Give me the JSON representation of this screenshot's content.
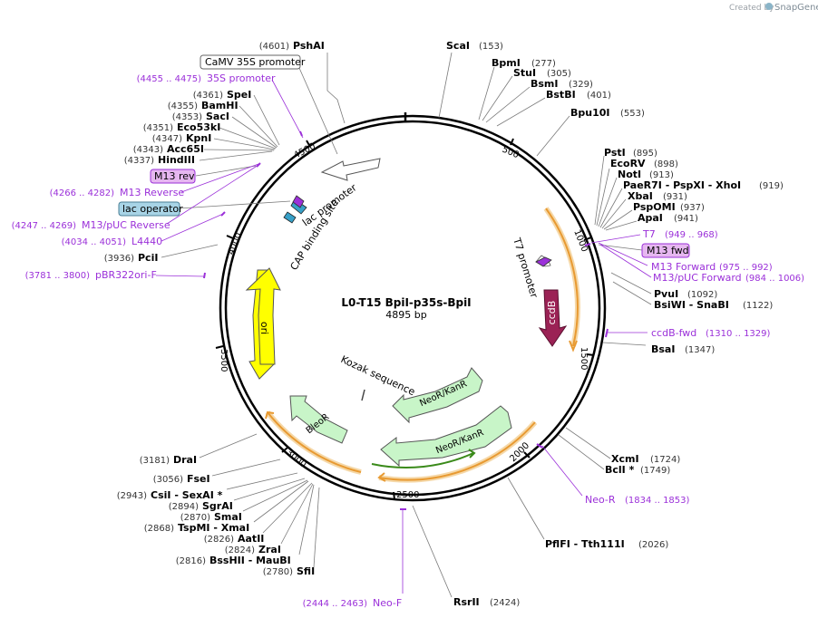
{
  "credit": {
    "prefix": "Created by",
    "brand": "SnapGene"
  },
  "plasmid": {
    "name": "L0-T15 BpiI-p35s-BpiI",
    "size": "4895 bp"
  },
  "ticks": [
    "500",
    "1000",
    "1500",
    "2000",
    "2500",
    "3000",
    "3500",
    "4000",
    "4500"
  ],
  "sites": [
    {
      "name": "PshAI",
      "pos": "(4601)"
    },
    {
      "name": "ScaI",
      "pos": "(153)"
    },
    {
      "name": "BpmI",
      "pos": "(277)"
    },
    {
      "name": "StuI",
      "pos": "(305)"
    },
    {
      "name": "BsmI",
      "pos": "(329)"
    },
    {
      "name": "BstBI",
      "pos": "(401)"
    },
    {
      "name": "Bpu10I",
      "pos": "(553)"
    },
    {
      "name": "PstI",
      "pos": "(895)"
    },
    {
      "name": "EcoRV",
      "pos": "(898)"
    },
    {
      "name": "NotI",
      "pos": "(913)"
    },
    {
      "name": "PaeR7I  - PspXI  - XhoI",
      "pos": "(919)"
    },
    {
      "name": "XbaI",
      "pos": "(931)"
    },
    {
      "name": "PspOMI",
      "pos": "(937)"
    },
    {
      "name": "ApaI",
      "pos": "(941)"
    },
    {
      "name": "PvuI",
      "pos": "(1092)"
    },
    {
      "name": "BsiWI  - SnaBI",
      "pos": "(1122)"
    },
    {
      "name": "BsaI",
      "pos": "(1347)"
    },
    {
      "name": "XcmI",
      "pos": "(1724)"
    },
    {
      "name": "BclI *",
      "pos": "(1749)"
    },
    {
      "name": "PflFI  - Tth111I",
      "pos": "(2026)"
    },
    {
      "name": "RsrII",
      "pos": "(2424)"
    },
    {
      "name": "SfiI",
      "pos": "(2780)"
    },
    {
      "name": "BssHII  - MauBI",
      "pos": "(2816)"
    },
    {
      "name": "ZraI",
      "pos": "(2824)"
    },
    {
      "name": "AatII",
      "pos": "(2826)"
    },
    {
      "name": "TspMI  - XmaI",
      "pos": "(2868)"
    },
    {
      "name": "SmaI",
      "pos": "(2870)"
    },
    {
      "name": "SgrAI",
      "pos": "(2894)"
    },
    {
      "name": "CsiI  - SexAI *",
      "pos": "(2943)"
    },
    {
      "name": "FseI",
      "pos": "(3056)"
    },
    {
      "name": "DraI",
      "pos": "(3181)"
    },
    {
      "name": "PciI",
      "pos": "(3936)"
    },
    {
      "name": "HindIII",
      "pos": "(4337)"
    },
    {
      "name": "Acc65I",
      "pos": "(4343)"
    },
    {
      "name": "KpnI",
      "pos": "(4347)"
    },
    {
      "name": "Eco53kI",
      "pos": "(4351)"
    },
    {
      "name": "SacI",
      "pos": "(4353)"
    },
    {
      "name": "BamHI",
      "pos": "(4355)"
    },
    {
      "name": "SpeI",
      "pos": "(4361)"
    }
  ],
  "primers": [
    {
      "name": "35S promoter",
      "range": "(4455 .. 4475)"
    },
    {
      "name": "T7",
      "range": "(949 .. 968)"
    },
    {
      "name": "M13 Forward",
      "range": "(975 .. 992)"
    },
    {
      "name": "M13/pUC Forward",
      "range": "(984 .. 1006)"
    },
    {
      "name": "ccdB-fwd",
      "range": "(1310 .. 1329)"
    },
    {
      "name": "Neo-R",
      "range": "(1834 .. 1853)"
    },
    {
      "name": "Neo-F",
      "range": "(2444 .. 2463)"
    },
    {
      "name": "pBR322ori-F",
      "range": "(3781 .. 3800)"
    },
    {
      "name": "L4440",
      "range": "(4034 .. 4051)"
    },
    {
      "name": "M13/pUC Reverse",
      "range": "(4247 .. 4269)"
    },
    {
      "name": "M13 Reverse",
      "range": "(4266 .. 4282)"
    }
  ],
  "boxes": [
    {
      "text": "CaMV 35S promoter",
      "fill": "#ffffff",
      "stroke": "#666666"
    },
    {
      "text": "M13 rev",
      "fill": "#e6b7f0",
      "stroke": "#9b30d9"
    },
    {
      "text": "lac operator",
      "fill": "#a8d4e6",
      "stroke": "#4a7f95"
    },
    {
      "text": "M13 fwd",
      "fill": "#e6b7f0",
      "stroke": "#9b30d9"
    }
  ],
  "features": {
    "lac_promoter": "lac promoter",
    "cap_site": "CAP binding site",
    "t7_promoter": "T7 promoter",
    "ccdb": "ccdB",
    "ori": "ori",
    "neo1": "NeoR/KanR",
    "neo2": "NeoR/KanR",
    "bleo": "BleoR",
    "kozak": "Kozak sequence"
  },
  "colors": {
    "ring": "#000000",
    "ori": "#ffff00",
    "ccdb": "#9b2255",
    "resistance": "#c8f5c8",
    "orf": "#e89a32",
    "orf_green": "#3a8a1a",
    "primer": "#9b30d9",
    "promoter": "#ffffff"
  }
}
